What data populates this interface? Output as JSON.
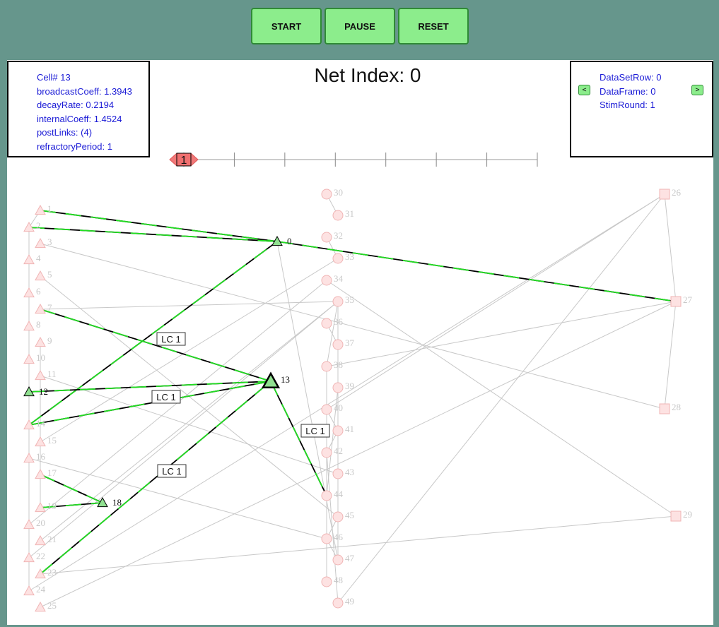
{
  "controls": {
    "start_label": "START",
    "pause_label": "PAUSE",
    "reset_label": "RESET"
  },
  "title": "Net Index: 0",
  "cell_info": {
    "cell": "Cell# 13",
    "broadcast": "broadcastCoeff: 1.3943",
    "decay": "decayRate: 0.2194",
    "internal": "internalCoeff: 1.4524",
    "postlinks": "postLinks: (4)",
    "refractory": "refractoryPeriod: 1"
  },
  "data_info": {
    "dataset_row": "DataSetRow: 0",
    "data_frame": "DataFrame: 0",
    "stim_round": "StimRound: 1",
    "prev_label": "<",
    "next_label": ">"
  },
  "timeline": {
    "current_label": "1",
    "current_index": 0,
    "tick_count": 8
  },
  "colors": {
    "background": "#66968c",
    "button": "#8ced8c",
    "active_node": "#90e090",
    "inactive_node_fill": "#fde2e2",
    "inactive_node_stroke": "#f0b4b4",
    "edge_active": "#000000",
    "edge_signal": "#22dd22",
    "edge_inactive": "#c8c8c8",
    "info_text": "#1a1ad6",
    "marker": "#f07878"
  },
  "network": {
    "nodes": [
      {
        "id": 0,
        "label": "0",
        "shape": "triangle",
        "active": true
      },
      {
        "id": 1,
        "label": "1",
        "shape": "triangle",
        "active": false
      },
      {
        "id": 2,
        "label": "2",
        "shape": "triangle",
        "active": false
      },
      {
        "id": 3,
        "label": "3",
        "shape": "triangle",
        "active": false
      },
      {
        "id": 4,
        "label": "4",
        "shape": "triangle",
        "active": false
      },
      {
        "id": 5,
        "label": "5",
        "shape": "triangle",
        "active": false
      },
      {
        "id": 6,
        "label": "6",
        "shape": "triangle",
        "active": false
      },
      {
        "id": 7,
        "label": "7",
        "shape": "triangle",
        "active": false
      },
      {
        "id": 8,
        "label": "8",
        "shape": "triangle",
        "active": false
      },
      {
        "id": 9,
        "label": "9",
        "shape": "triangle",
        "active": false
      },
      {
        "id": 10,
        "label": "10",
        "shape": "triangle",
        "active": false
      },
      {
        "id": 11,
        "label": "11",
        "shape": "triangle",
        "active": false
      },
      {
        "id": 12,
        "label": "12",
        "shape": "triangle",
        "active": true
      },
      {
        "id": 13,
        "label": "13",
        "shape": "triangle",
        "active": true,
        "selected": true
      },
      {
        "id": 14,
        "label": "14",
        "shape": "triangle",
        "active": false
      },
      {
        "id": 15,
        "label": "15",
        "shape": "triangle",
        "active": false
      },
      {
        "id": 16,
        "label": "16",
        "shape": "triangle",
        "active": false
      },
      {
        "id": 17,
        "label": "17",
        "shape": "triangle",
        "active": false
      },
      {
        "id": 18,
        "label": "18",
        "shape": "triangle",
        "active": true
      },
      {
        "id": 19,
        "label": "19",
        "shape": "triangle",
        "active": false
      },
      {
        "id": 20,
        "label": "20",
        "shape": "triangle",
        "active": false
      },
      {
        "id": 21,
        "label": "21",
        "shape": "triangle",
        "active": false
      },
      {
        "id": 22,
        "label": "22",
        "shape": "triangle",
        "active": false
      },
      {
        "id": 23,
        "label": "23",
        "shape": "triangle",
        "active": false
      },
      {
        "id": 24,
        "label": "24",
        "shape": "triangle",
        "active": false
      },
      {
        "id": 25,
        "label": "25",
        "shape": "triangle",
        "active": false
      },
      {
        "id": 26,
        "label": "26",
        "shape": "square",
        "active": false
      },
      {
        "id": 27,
        "label": "27",
        "shape": "square",
        "active": false
      },
      {
        "id": 28,
        "label": "28",
        "shape": "square",
        "active": false
      },
      {
        "id": 29,
        "label": "29",
        "shape": "square",
        "active": false
      },
      {
        "id": 30,
        "label": "30",
        "shape": "circle",
        "active": false
      },
      {
        "id": 31,
        "label": "31",
        "shape": "circle",
        "active": false
      },
      {
        "id": 32,
        "label": "32",
        "shape": "circle",
        "active": false
      },
      {
        "id": 33,
        "label": "33",
        "shape": "circle",
        "active": false
      },
      {
        "id": 34,
        "label": "34",
        "shape": "circle",
        "active": false
      },
      {
        "id": 35,
        "label": "35",
        "shape": "circle",
        "active": false
      },
      {
        "id": 36,
        "label": "36",
        "shape": "circle",
        "active": false
      },
      {
        "id": 37,
        "label": "37",
        "shape": "circle",
        "active": false
      },
      {
        "id": 38,
        "label": "38",
        "shape": "circle",
        "active": false
      },
      {
        "id": 39,
        "label": "39",
        "shape": "circle",
        "active": false
      },
      {
        "id": 40,
        "label": "40",
        "shape": "circle",
        "active": false
      },
      {
        "id": 41,
        "label": "41",
        "shape": "circle",
        "active": false
      },
      {
        "id": 42,
        "label": "42",
        "shape": "circle",
        "active": false
      },
      {
        "id": 43,
        "label": "43",
        "shape": "circle",
        "active": false
      },
      {
        "id": 44,
        "label": "44",
        "shape": "circle",
        "active": false
      },
      {
        "id": 45,
        "label": "45",
        "shape": "circle",
        "active": false
      },
      {
        "id": 46,
        "label": "46",
        "shape": "circle",
        "active": false
      },
      {
        "id": 47,
        "label": "47",
        "shape": "circle",
        "active": false
      },
      {
        "id": 48,
        "label": "48",
        "shape": "circle",
        "active": false
      },
      {
        "id": 49,
        "label": "49",
        "shape": "circle",
        "active": false
      }
    ],
    "active_edges": [
      {
        "from": 1,
        "to": 0
      },
      {
        "from": 2,
        "to": 0
      },
      {
        "from": 0,
        "to": 27
      },
      {
        "from": 14,
        "to": 0
      },
      {
        "from": 7,
        "to": 13
      },
      {
        "from": 12,
        "to": 13
      },
      {
        "from": 14,
        "to": 13
      },
      {
        "from": 23,
        "to": 13
      },
      {
        "from": 13,
        "to": 44
      },
      {
        "from": 17,
        "to": 18
      },
      {
        "from": 19,
        "to": 18
      }
    ],
    "inactive_edges": [
      {
        "from": 0,
        "to": 47
      },
      {
        "from": 3,
        "to": 28
      },
      {
        "from": 7,
        "to": 35
      },
      {
        "from": 11,
        "to": 43
      },
      {
        "from": 15,
        "to": 33
      },
      {
        "from": 16,
        "to": 46
      },
      {
        "from": 20,
        "to": 34
      },
      {
        "from": 24,
        "to": 26
      },
      {
        "from": 25,
        "to": 27
      },
      {
        "from": 21,
        "to": 35
      },
      {
        "from": 23,
        "to": 29
      },
      {
        "from": 26,
        "to": 49
      },
      {
        "from": 34,
        "to": 29
      },
      {
        "from": 38,
        "to": 27
      },
      {
        "from": 40,
        "to": 26
      },
      {
        "from": 26,
        "to": 27
      },
      {
        "from": 27,
        "to": 28
      },
      {
        "from": 30,
        "to": 31
      },
      {
        "from": 32,
        "to": 33
      },
      {
        "from": 36,
        "to": 37
      },
      {
        "from": 35,
        "to": 38
      },
      {
        "from": 39,
        "to": 44
      },
      {
        "from": 40,
        "to": 41
      },
      {
        "from": 41,
        "to": 42
      },
      {
        "from": 45,
        "to": 46
      },
      {
        "from": 46,
        "to": 47
      },
      {
        "from": 42,
        "to": 49
      },
      {
        "from": 38,
        "to": 48
      },
      {
        "from": 35,
        "to": 47
      },
      {
        "from": 2,
        "to": 24
      },
      {
        "from": 1,
        "to": 2
      },
      {
        "from": 2,
        "to": 4
      },
      {
        "from": 4,
        "to": 6
      },
      {
        "from": 6,
        "to": 8
      },
      {
        "from": 8,
        "to": 10
      },
      {
        "from": 14,
        "to": 16
      },
      {
        "from": 14,
        "to": 20
      },
      {
        "from": 9,
        "to": 19
      },
      {
        "from": 10,
        "to": 16
      },
      {
        "from": 22,
        "to": 35
      },
      {
        "from": 5,
        "to": 45
      }
    ],
    "edge_labels": [
      {
        "text": "LC 1",
        "edge": "7-13"
      },
      {
        "text": "LC 1",
        "edge": "14-13"
      },
      {
        "text": "LC 1",
        "edge": "13-44"
      },
      {
        "text": "LC 1",
        "edge": "23-13"
      }
    ]
  }
}
